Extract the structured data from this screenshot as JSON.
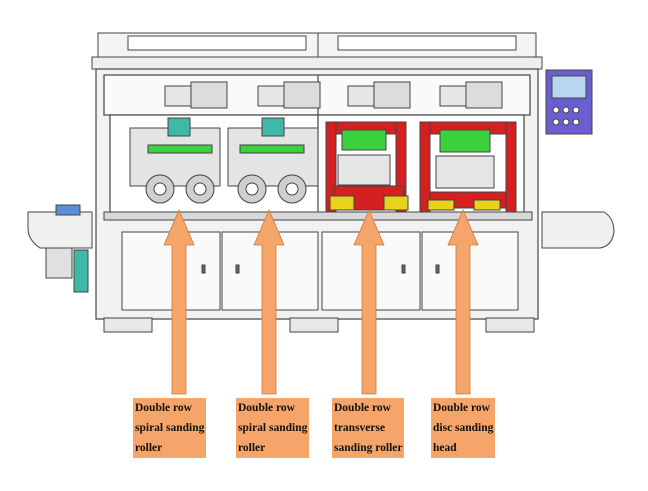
{
  "labels": [
    {
      "lines": [
        "Double row",
        "spiral sanding",
        " roller"
      ]
    },
    {
      "lines": [
        "Double row",
        "spiral sanding",
        " roller"
      ]
    },
    {
      "lines": [
        "Double row",
        "transverse",
        "sanding roller"
      ]
    },
    {
      "lines": [
        "Double row",
        "disc sanding",
        "head"
      ]
    }
  ],
  "colors": {
    "arrow": "#f5a46a",
    "frame": "#444444",
    "red": "#d42020",
    "green": "#3dd13d",
    "yellow": "#e8d21c",
    "teal": "#3fb8a8",
    "panel": "#5a4fc0"
  }
}
